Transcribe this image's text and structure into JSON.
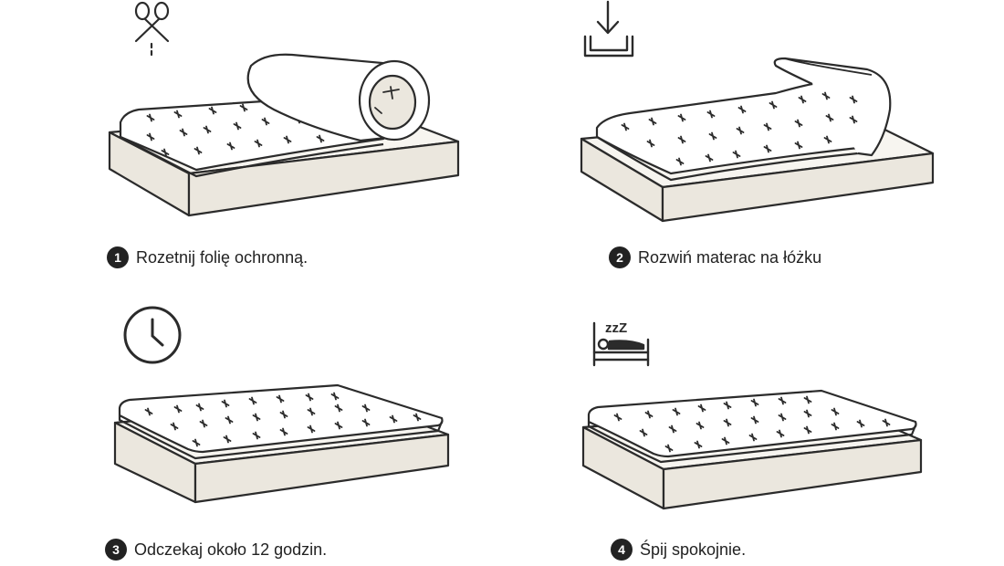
{
  "steps": [
    {
      "number": "1",
      "text": "Rozetnij folię ochronną.",
      "icon": "scissors-icon"
    },
    {
      "number": "2",
      "text": "Rozwiń materac na łóżku",
      "icon": "download-tray-icon"
    },
    {
      "number": "3",
      "text": "Odczekaj około 12 godzin.",
      "icon": "clock-icon"
    },
    {
      "number": "4",
      "text": "Śpij spokojnie.",
      "icon": "sleeping-bed-icon"
    }
  ],
  "sleep_icon_letters": "zzZ",
  "colors": {
    "line": "#2b2b2b",
    "mattress_fill": "#ebe7de",
    "topper_fill": "#ffffff",
    "badge": "#222222"
  }
}
